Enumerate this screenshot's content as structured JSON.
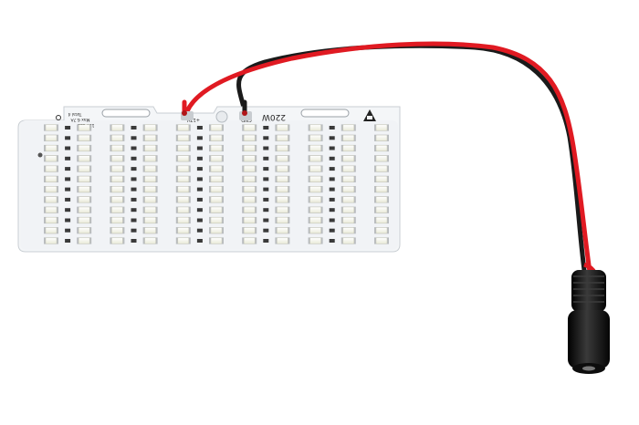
{
  "board": {
    "label_power": "220W",
    "label_positive": "+12V",
    "label_negative": "GND",
    "silk_line_1": "Total 4",
    "silk_line_2": "Max 6.7A",
    "silk_line_3": "12V LED"
  },
  "colors": {
    "pcb": "#f4f6f8",
    "led_body": "#fbfbf2",
    "led_pad": "#b9bcbf",
    "wire_red": "#e01a22",
    "wire_black": "#1a1a1a",
    "jack": "#151515"
  },
  "leds": {
    "rows": 12,
    "cols": 11
  }
}
